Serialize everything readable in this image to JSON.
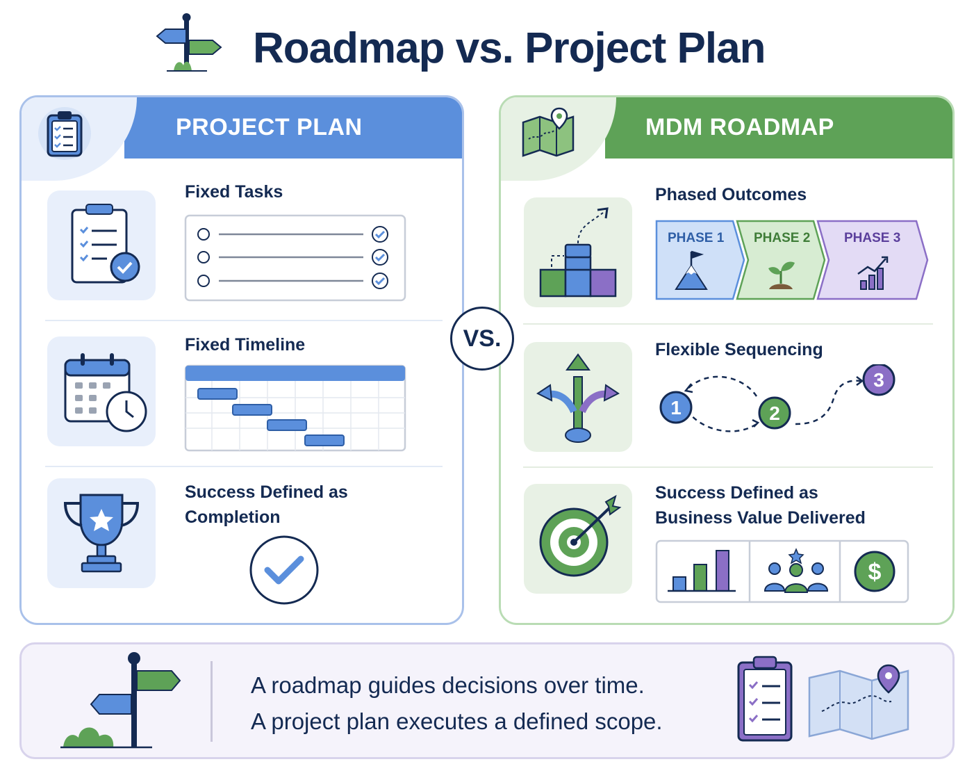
{
  "title": "Roadmap vs. Project Plan",
  "vs_label": "VS.",
  "project_plan": {
    "header": "PROJECT PLAN",
    "rows": [
      {
        "title": "Fixed Tasks",
        "icon": "checklist-icon"
      },
      {
        "title": "Fixed Timeline",
        "icon": "calendar-clock-icon"
      },
      {
        "title_lines": [
          "Success Defined as",
          "Completion"
        ],
        "icon": "trophy-icon"
      }
    ]
  },
  "mdm_roadmap": {
    "header": "MDM ROADMAP",
    "rows": [
      {
        "title": "Phased Outcomes",
        "icon": "stacked-blocks-icon"
      },
      {
        "title": "Flexible Sequencing",
        "icon": "branching-arrows-icon"
      },
      {
        "title_lines": [
          "Success Defined as",
          "Business Value Delivered"
        ],
        "icon": "target-icon"
      }
    ],
    "phases": [
      "PHASE 1",
      "PHASE 2",
      "PHASE 3"
    ],
    "sequence_steps": [
      "1",
      "2",
      "3"
    ],
    "value_symbol": "$"
  },
  "footer": {
    "line1": "A roadmap guides decisions over time.",
    "line2": "A project plan executes a defined scope."
  },
  "colors": {
    "navy": "#142a52",
    "blue": "#5b8fdc",
    "green": "#5ea257",
    "purple": "#8b6fc6"
  }
}
